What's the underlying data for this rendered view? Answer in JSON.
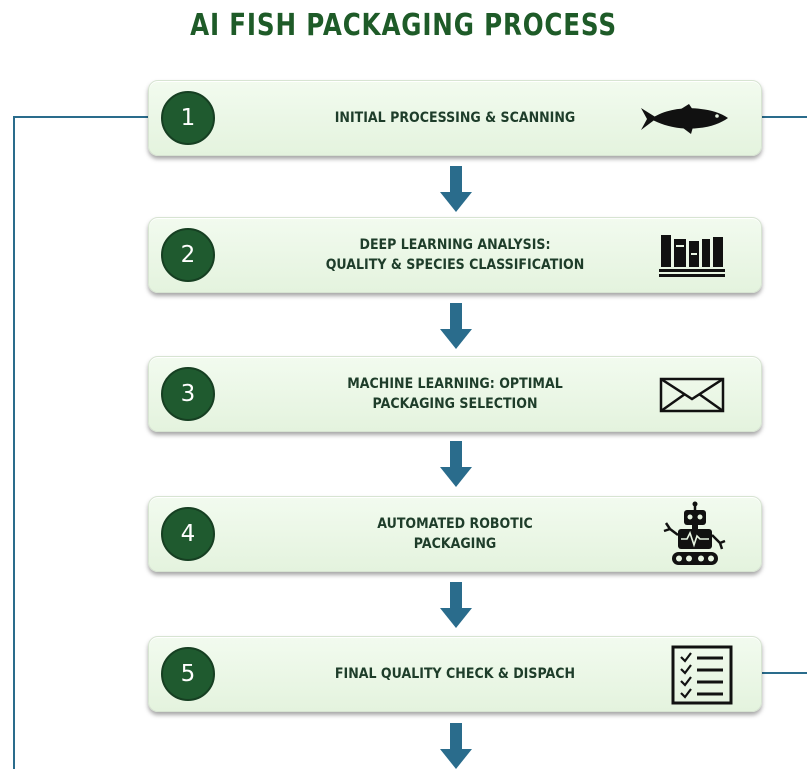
{
  "title": "AI FISH PACKAGING PROCESS",
  "steps": [
    {
      "number": "1",
      "label": "INITIAL PROCESSING & SCANNING",
      "icon": "fish-icon"
    },
    {
      "number": "2",
      "label": "DEEP LEARNING ANALYSIS:\nQUALITY & SPECIES CLASSIFICATION",
      "icon": "books-icon"
    },
    {
      "number": "3",
      "label": "MACHINE LEARNING: OPTIMAL\nPACKAGING SELECTION",
      "icon": "envelope-icon"
    },
    {
      "number": "4",
      "label": "AUTOMATED ROBOTIC\nPACKAGING",
      "icon": "robot-icon"
    },
    {
      "number": "5",
      "label": "FINAL QUALITY CHECK & DISPACH",
      "icon": "checklist-icon"
    }
  ],
  "colors": {
    "title": "#1e5b28",
    "circle": "#1f5a2f",
    "arrow": "#2a6c8c",
    "connector": "#2a6c8c",
    "box": "#e8f5e2"
  }
}
